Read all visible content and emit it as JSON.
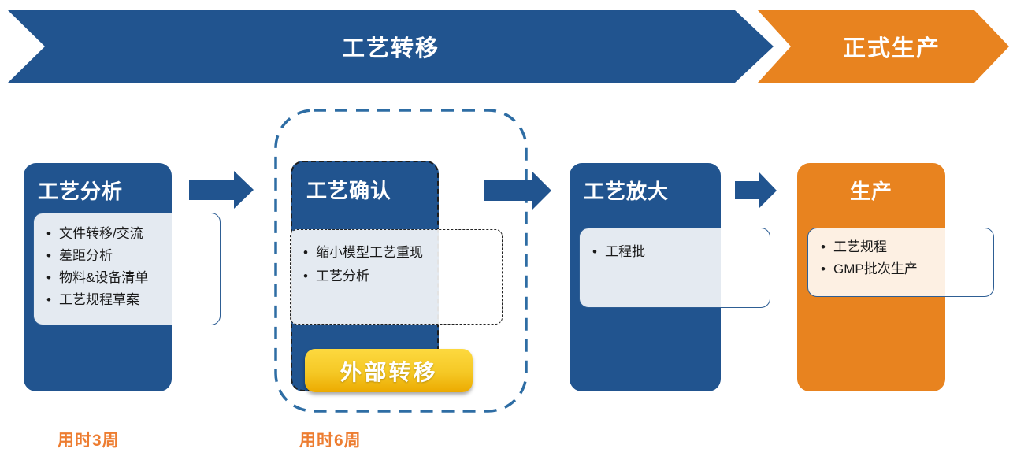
{
  "banners": {
    "transfer": {
      "label": "工艺转移",
      "color": "#21548F"
    },
    "production": {
      "label": "正式生产",
      "color": "#E8831F"
    }
  },
  "stages": [
    {
      "title": "工艺分析",
      "items": [
        "文件转移/交流",
        "差距分析",
        "物料&设备清单",
        "工艺规程草案"
      ]
    },
    {
      "title": "工艺确认",
      "items": [
        "缩小模型工艺重现",
        "工艺分析"
      ],
      "badge": "外部转移"
    },
    {
      "title": "工艺放大",
      "items": [
        "工程批"
      ]
    },
    {
      "title": "生产",
      "items": [
        "工艺规程",
        "GMP批次生产"
      ]
    }
  ],
  "durations": [
    {
      "label": "用时3周"
    },
    {
      "label": "用时6周"
    }
  ],
  "colors": {
    "stage_blue": "#21548F",
    "stage_orange": "#E8831F",
    "badge_gold_top": "#FDD93F",
    "badge_gold_bottom": "#ECAA00",
    "dashed_container": "#2E6DA4",
    "duration_text": "#ED7D31"
  }
}
